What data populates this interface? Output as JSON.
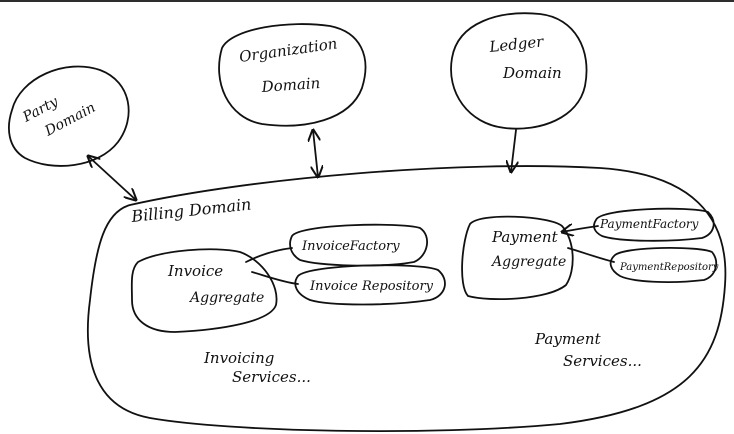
{
  "diagram": {
    "nodes": {
      "party_domain": {
        "line1": "Party",
        "line2": "Domain"
      },
      "organization_domain": {
        "line1": "Organization",
        "line2": "Domain"
      },
      "ledger_domain": {
        "line1": "Ledger",
        "line2": "Domain"
      },
      "billing_domain": {
        "label": "Billing Domain"
      },
      "invoice_aggregate": {
        "line1": "Invoice",
        "line2": "Aggregate"
      },
      "invoice_factory": {
        "label": "InvoiceFactory"
      },
      "invoice_repository": {
        "label": "Invoice Repository"
      },
      "payment_aggregate": {
        "line1": "Payment",
        "line2": "Aggregate"
      },
      "payment_factory": {
        "label": "PaymentFactory"
      },
      "payment_repository": {
        "label": "PaymentRepository"
      },
      "invoicing_services": {
        "line1": "Invoicing",
        "line2": "Services..."
      },
      "payment_services": {
        "line1": "Payment",
        "line2": "Services..."
      }
    },
    "edges": [
      {
        "from": "party_domain",
        "to": "billing_domain",
        "arrows": "both"
      },
      {
        "from": "organization_domain",
        "to": "billing_domain",
        "arrows": "both"
      },
      {
        "from": "ledger_domain",
        "to": "billing_domain",
        "arrows": "end"
      },
      {
        "from": "invoice_factory",
        "to": "invoice_aggregate",
        "arrows": "none"
      },
      {
        "from": "invoice_repository",
        "to": "invoice_aggregate",
        "arrows": "none"
      },
      {
        "from": "payment_factory",
        "to": "payment_aggregate",
        "arrows": "end"
      },
      {
        "from": "payment_repository",
        "to": "payment_aggregate",
        "arrows": "none"
      }
    ]
  },
  "colors": {
    "ink": "#111111",
    "paper": "#ffffff"
  }
}
